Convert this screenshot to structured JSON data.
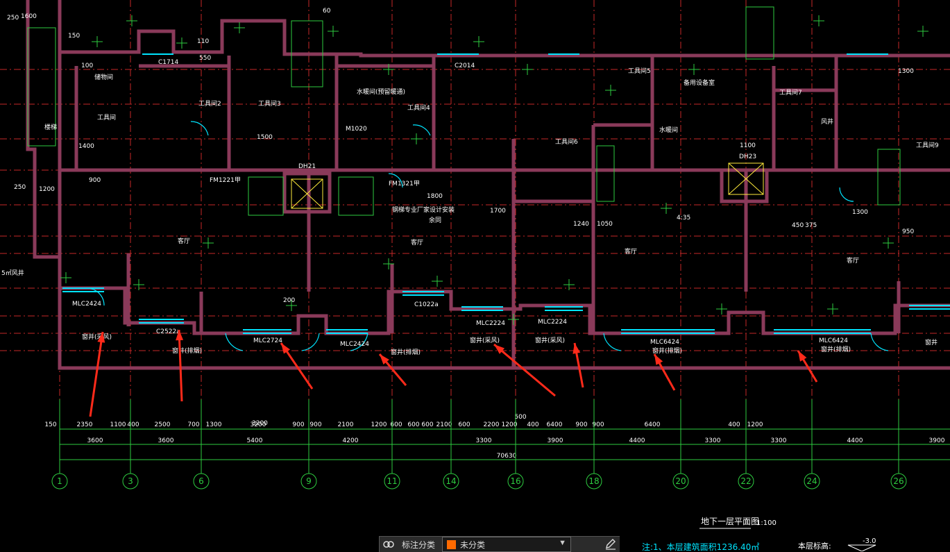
{
  "drawing": {
    "title": "地下一层平面图",
    "scale": "1:100",
    "note": "注:1、本层建筑面积1236.40㎡",
    "level_label": "本层标高:",
    "level_value": "-3.0"
  },
  "axes": [
    "1",
    "3",
    "6",
    "9",
    "11",
    "14",
    "16",
    "18",
    "20",
    "22",
    "24",
    "26"
  ],
  "dims_row1": [
    "150",
    "2350",
    "1100",
    "400",
    "2500",
    "700",
    "1300",
    "3200",
    "900",
    "900",
    "2100",
    "1200",
    "600",
    "600",
    "600",
    "2100",
    "600",
    "2200",
    "1200",
    "400",
    "6400",
    "900",
    "900",
    "6400",
    "400",
    "1200"
  ],
  "dims_row2": [
    "3600",
    "3600",
    "5400",
    "4200",
    "3300",
    "3900",
    "4400",
    "3300",
    "3300",
    "4400",
    "3900"
  ],
  "dims_total": "70630",
  "dim_500": "500",
  "rooms": {
    "living": [
      "客厅",
      "客厅",
      "客厅",
      "客厅"
    ],
    "light_wells": [
      "窗井(采风)",
      "窗井(排烟)",
      "窗井(排烟)",
      "窗井(采风)",
      "窗井(采风)",
      "窗井(排烟)",
      "窗井(排烟)",
      "窗井"
    ],
    "windows": [
      "MLC2424",
      "C2522a",
      "MLC2724",
      "MLC2424",
      "C1022a",
      "MLC2224",
      "MLC2224",
      "MLC6424",
      "MLC6424"
    ],
    "upper": [
      "工具间",
      "工具间2",
      "工具间3",
      "水暖间(预留暖通)",
      "工具间4",
      "工具间5",
      "工具间6",
      "工具间7",
      "工具间9",
      "储物间",
      "备用设备室",
      "水暖间",
      "楼梯",
      "风井",
      "DH21",
      "DH23",
      "FM1221甲",
      "FM1321甲",
      "C1714",
      "C2014",
      "M1020"
    ],
    "notes": [
      "钢梯专业厂家设计安装",
      "余同",
      "5㎡风井"
    ],
    "misc_dims": [
      "250",
      "1600",
      "60",
      "150",
      "110",
      "550",
      "100",
      "1300",
      "250",
      "3200",
      "1500",
      "1100",
      "900",
      "1200",
      "1400",
      "200",
      "1800",
      "1700",
      "1240",
      "1050",
      "1300",
      "4:35",
      "450",
      "375",
      "950"
    ]
  },
  "toolbar": {
    "group_label": "标注分类",
    "category_value": "未分类",
    "category_color": "#ff6a00"
  },
  "colors": {
    "background": "#000000",
    "wall": "#8a3a5a",
    "dim": "#2ecc40",
    "axis_line": "#e53935",
    "window": "#00e5ff",
    "text": "#ffffff",
    "arrow": "#ff2a1a"
  }
}
